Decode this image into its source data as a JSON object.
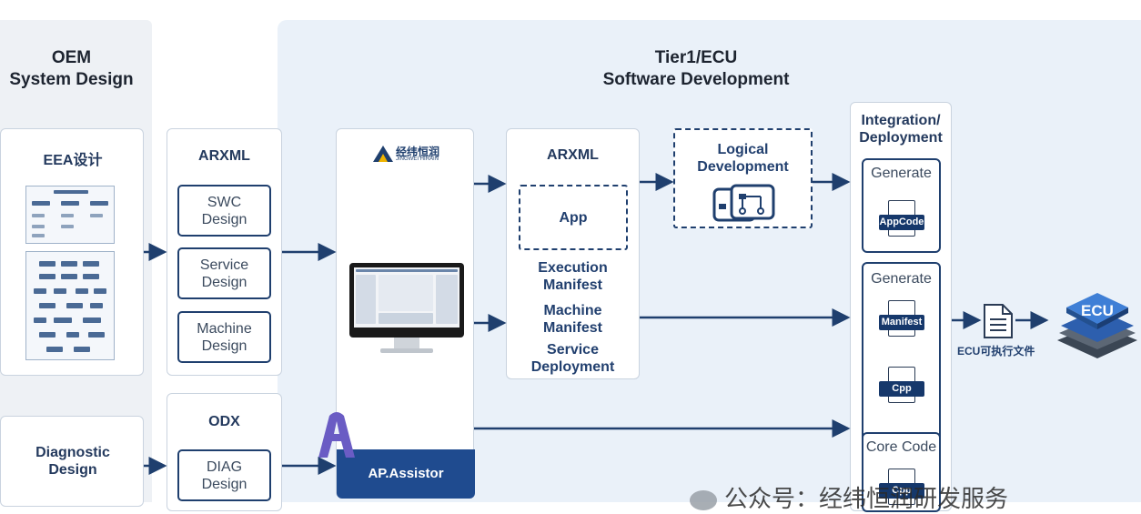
{
  "oem": {
    "title_line1": "OEM",
    "title_line2": "System Design"
  },
  "tier1": {
    "title_line1": "Tier1/ECU",
    "title_line2": "Software Development"
  },
  "eea": {
    "label": "EEA设计"
  },
  "diagnostic": {
    "label_line1": "Diagnostic",
    "label_line2": "Design"
  },
  "arxml_left": {
    "header": "ARXML",
    "items": [
      {
        "line1": "SWC",
        "line2": "Design"
      },
      {
        "line1": "Service",
        "line2": "Design"
      },
      {
        "line1": "Machine",
        "line2": "Design"
      }
    ]
  },
  "odx": {
    "header": "ODX",
    "item_line1": "DIAG",
    "item_line2": "Design"
  },
  "tool": {
    "brand_cn": "经纬恒润",
    "brand_en": "JINGWEI HIRAIN",
    "name": "AP.Assistor"
  },
  "arxml_mid": {
    "header": "ARXML",
    "app": "App",
    "exec_line1": "Execution",
    "exec_line2": "Manifest",
    "machine_line1": "Machine",
    "machine_line2": "Manifest",
    "service_line1": "Service",
    "service_line2": "Deployment"
  },
  "logical": {
    "line1": "Logical",
    "line2": "Development"
  },
  "integration": {
    "title_line1": "Integration/",
    "title_line2": "Deployment",
    "generate1": "Generate",
    "tag_appcode": "AppCode",
    "generate2": "Generate",
    "tag_manifest": "Manifest",
    "tag_cpp1": "Cpp",
    "core_code": "Core Code",
    "tag_cpp2": "Cpp"
  },
  "ecu": {
    "file_label": "ECU可执行文件",
    "chip_label": "ECU"
  },
  "watermark": "公众号：经纬恒润研发服务",
  "colors": {
    "accent": "#1f3f6e",
    "panel_right": "#eaf1f9",
    "panel_left": "#eef1f5"
  }
}
